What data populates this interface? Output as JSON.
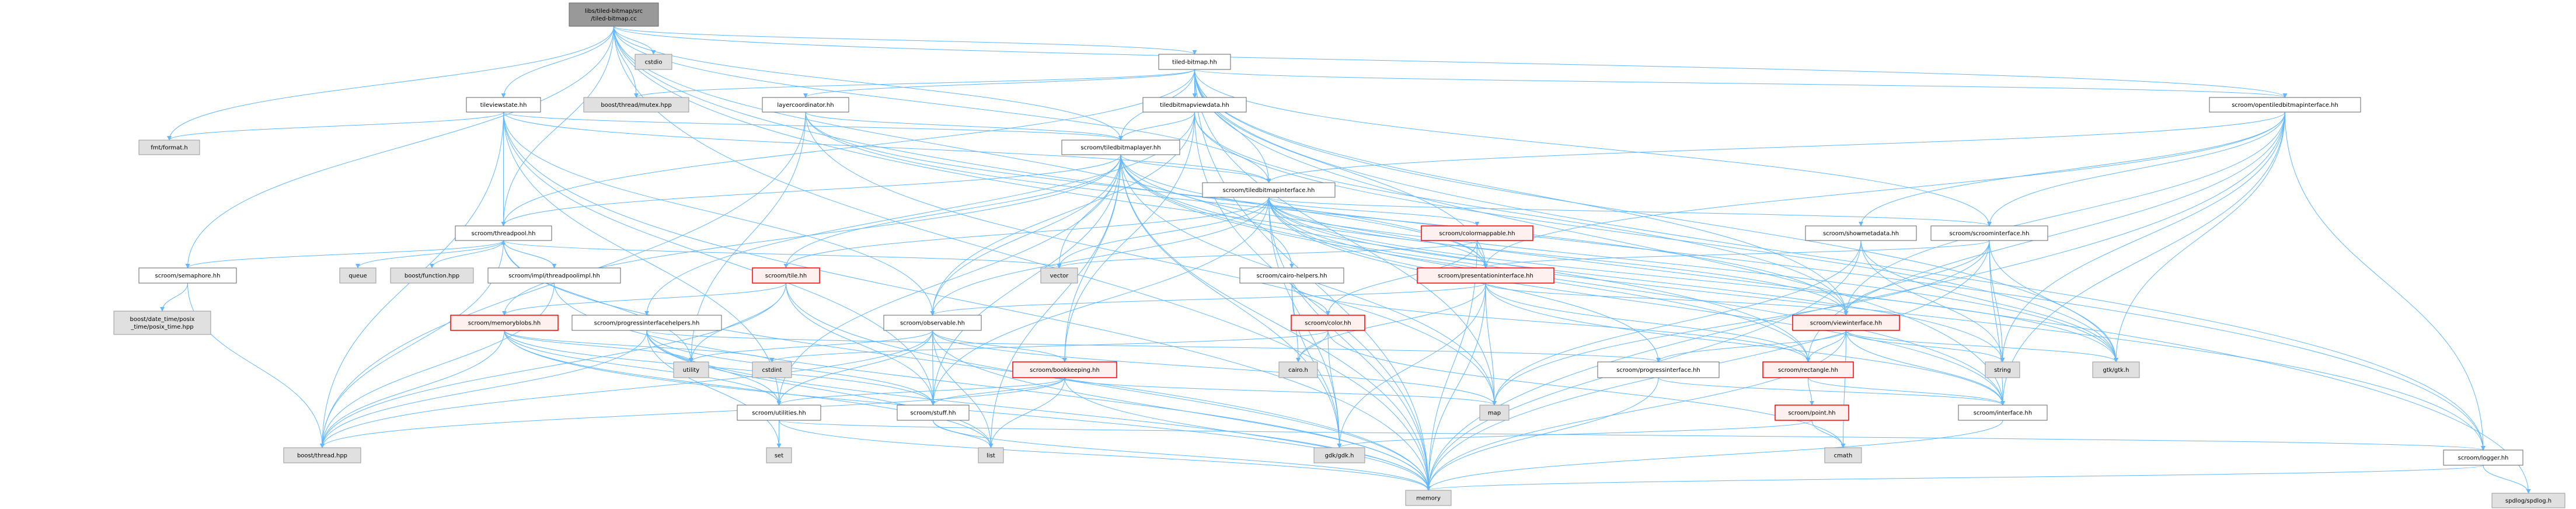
{
  "colors": {
    "edge": "#63b8ff",
    "root_fill": "#999999",
    "root_stroke": "#666666",
    "local_fill": "#ffffff",
    "local_stroke": "#666666",
    "external_fill": "#e0e0e0",
    "external_stroke": "#999999",
    "truncated_fill": "#fff0f0",
    "truncated_stroke": "#ff0000"
  },
  "nodes": [
    {
      "id": "root",
      "label": [
        "libs/tiled-bitmap/src",
        "/tiled-bitmap.cc"
      ],
      "kind": "root"
    },
    {
      "id": "cstdio",
      "label": [
        "cstdio"
      ],
      "kind": "external"
    },
    {
      "id": "tiledbitmap_hh",
      "label": [
        "tiled-bitmap.hh"
      ],
      "kind": "local"
    },
    {
      "id": "tileviewstate",
      "label": [
        "tileviewstate.hh"
      ],
      "kind": "local"
    },
    {
      "id": "mutex",
      "label": [
        "boost/thread/mutex.hpp"
      ],
      "kind": "external"
    },
    {
      "id": "layercoordinator",
      "label": [
        "layercoordinator.hh"
      ],
      "kind": "local"
    },
    {
      "id": "viewdata",
      "label": [
        "tiledbitmapviewdata.hh"
      ],
      "kind": "local"
    },
    {
      "id": "opentiled",
      "label": [
        "scroom/opentiledbitmapinterface.hh"
      ],
      "kind": "local"
    },
    {
      "id": "fmt",
      "label": [
        "fmt/format.h"
      ],
      "kind": "external"
    },
    {
      "id": "tbl",
      "label": [
        "scroom/tiledbitmaplayer.hh"
      ],
      "kind": "local"
    },
    {
      "id": "tbi",
      "label": [
        "scroom/tiledbitmapinterface.hh"
      ],
      "kind": "local"
    },
    {
      "id": "threadpool",
      "label": [
        "scroom/threadpool.hh"
      ],
      "kind": "local"
    },
    {
      "id": "colormappable",
      "label": [
        "scroom/colormappable.hh"
      ],
      "kind": "truncated"
    },
    {
      "id": "showmetadata",
      "label": [
        "scroom/showmetadata.hh"
      ],
      "kind": "local"
    },
    {
      "id": "scroominterface",
      "label": [
        "scroom/scroominterface.hh"
      ],
      "kind": "local"
    },
    {
      "id": "semaphore",
      "label": [
        "scroom/semaphore.hh"
      ],
      "kind": "local"
    },
    {
      "id": "queue",
      "label": [
        "queue"
      ],
      "kind": "external"
    },
    {
      "id": "function",
      "label": [
        "boost/function.hpp"
      ],
      "kind": "external"
    },
    {
      "id": "threadpoolimpl",
      "label": [
        "scroom/impl/threadpoolimpl.hh"
      ],
      "kind": "local"
    },
    {
      "id": "tile",
      "label": [
        "scroom/tile.hh"
      ],
      "kind": "truncated"
    },
    {
      "id": "vector",
      "label": [
        "vector"
      ],
      "kind": "external"
    },
    {
      "id": "cairohelpers",
      "label": [
        "scroom/cairo-helpers.hh"
      ],
      "kind": "local"
    },
    {
      "id": "presentation",
      "label": [
        "scroom/presentationinterface.hh"
      ],
      "kind": "truncated"
    },
    {
      "id": "datetime",
      "label": [
        "boost/date_time/posix",
        "_time/posix_time.hpp"
      ],
      "kind": "external"
    },
    {
      "id": "memoryblobs",
      "label": [
        "scroom/memoryblobs.hh"
      ],
      "kind": "truncated"
    },
    {
      "id": "pihelpers",
      "label": [
        "scroom/progressinterfacehelpers.hh"
      ],
      "kind": "local"
    },
    {
      "id": "observable",
      "label": [
        "scroom/observable.hh"
      ],
      "kind": "local"
    },
    {
      "id": "color",
      "label": [
        "scroom/color.hh"
      ],
      "kind": "truncated"
    },
    {
      "id": "viewinterface",
      "label": [
        "scroom/viewinterface.hh"
      ],
      "kind": "truncated"
    },
    {
      "id": "utility",
      "label": [
        "utility"
      ],
      "kind": "external"
    },
    {
      "id": "cstdint",
      "label": [
        "cstdint"
      ],
      "kind": "external"
    },
    {
      "id": "bookkeeping",
      "label": [
        "scroom/bookkeeping.hh"
      ],
      "kind": "truncated"
    },
    {
      "id": "cairo",
      "label": [
        "cairo.h"
      ],
      "kind": "external"
    },
    {
      "id": "progressinterface",
      "label": [
        "scroom/progressinterface.hh"
      ],
      "kind": "local"
    },
    {
      "id": "rectangle",
      "label": [
        "scroom/rectangle.hh"
      ],
      "kind": "truncated"
    },
    {
      "id": "string",
      "label": [
        "string"
      ],
      "kind": "external"
    },
    {
      "id": "gtk",
      "label": [
        "gtk/gtk.h"
      ],
      "kind": "external"
    },
    {
      "id": "utilities",
      "label": [
        "scroom/utilities.hh"
      ],
      "kind": "local"
    },
    {
      "id": "stuff",
      "label": [
        "scroom/stuff.hh"
      ],
      "kind": "local"
    },
    {
      "id": "map",
      "label": [
        "map"
      ],
      "kind": "external"
    },
    {
      "id": "point",
      "label": [
        "scroom/point.hh"
      ],
      "kind": "truncated"
    },
    {
      "id": "interface",
      "label": [
        "scroom/interface.hh"
      ],
      "kind": "local"
    },
    {
      "id": "boostthread",
      "label": [
        "boost/thread.hpp"
      ],
      "kind": "external"
    },
    {
      "id": "set",
      "label": [
        "set"
      ],
      "kind": "external"
    },
    {
      "id": "list",
      "label": [
        "list"
      ],
      "kind": "external"
    },
    {
      "id": "gdk",
      "label": [
        "gdk/gdk.h"
      ],
      "kind": "external"
    },
    {
      "id": "cmath",
      "label": [
        "cmath"
      ],
      "kind": "external"
    },
    {
      "id": "logger",
      "label": [
        "scroom/logger.hh"
      ],
      "kind": "local"
    },
    {
      "id": "memory",
      "label": [
        "memory"
      ],
      "kind": "external"
    },
    {
      "id": "spdlog",
      "label": [
        "spdlog/spdlog.h"
      ],
      "kind": "external"
    }
  ],
  "edges": [
    [
      "root",
      "fmt"
    ],
    [
      "root",
      "tileviewstate"
    ],
    [
      "root",
      "cstdio"
    ],
    [
      "root",
      "mutex"
    ],
    [
      "root",
      "tiledbitmap_hh"
    ],
    [
      "root",
      "threadpool"
    ],
    [
      "root",
      "semaphore"
    ],
    [
      "root",
      "memory"
    ],
    [
      "root",
      "logger"
    ],
    [
      "root",
      "spdlog"
    ],
    [
      "root",
      "tbl"
    ],
    [
      "root",
      "tbi"
    ],
    [
      "root",
      "cairohelpers"
    ],
    [
      "root",
      "opentiled"
    ],
    [
      "tiledbitmap_hh",
      "mutex"
    ],
    [
      "tiledbitmap_hh",
      "layercoordinator"
    ],
    [
      "tiledbitmap_hh",
      "viewdata"
    ],
    [
      "tiledbitmap_hh",
      "tbl"
    ],
    [
      "tiledbitmap_hh",
      "tbi"
    ],
    [
      "tiledbitmap_hh",
      "threadpool"
    ],
    [
      "tiledbitmap_hh",
      "opentiled"
    ],
    [
      "tiledbitmap_hh",
      "scroominterface"
    ],
    [
      "tiledbitmap_hh",
      "map"
    ],
    [
      "tiledbitmap_hh",
      "memory"
    ],
    [
      "tiledbitmap_hh",
      "interface"
    ],
    [
      "tiledbitmap_hh",
      "presentation"
    ],
    [
      "tiledbitmap_hh",
      "viewinterface"
    ],
    [
      "tiledbitmap_hh",
      "gtk"
    ],
    [
      "tiledbitmap_hh",
      "logger"
    ],
    [
      "tileviewstate",
      "fmt"
    ],
    [
      "tileviewstate",
      "threadpool"
    ],
    [
      "tileviewstate",
      "boostthread"
    ],
    [
      "tileviewstate",
      "memory"
    ],
    [
      "tileviewstate",
      "tbl"
    ],
    [
      "tileviewstate",
      "tbi"
    ],
    [
      "tileviewstate",
      "utilities"
    ],
    [
      "tileviewstate",
      "observable"
    ],
    [
      "tileviewstate",
      "stuff"
    ],
    [
      "layercoordinator",
      "tbl"
    ],
    [
      "layercoordinator",
      "boostthread"
    ],
    [
      "layercoordinator",
      "utility"
    ],
    [
      "layercoordinator",
      "map"
    ],
    [
      "layercoordinator",
      "presentation"
    ],
    [
      "layercoordinator",
      "viewinterface"
    ],
    [
      "viewdata",
      "tbl"
    ],
    [
      "viewdata",
      "observable"
    ],
    [
      "viewdata",
      "bookkeeping"
    ],
    [
      "viewdata",
      "viewinterface"
    ],
    [
      "viewdata",
      "pihelpers"
    ],
    [
      "viewdata",
      "memory"
    ],
    [
      "viewdata",
      "gtk"
    ],
    [
      "tbl",
      "tbi"
    ],
    [
      "tbl",
      "threadpool"
    ],
    [
      "tbl",
      "tile"
    ],
    [
      "tbl",
      "memoryblobs"
    ],
    [
      "tbl",
      "observable"
    ],
    [
      "tbl",
      "stuff"
    ],
    [
      "tbl",
      "vector"
    ],
    [
      "tbl",
      "utilities"
    ],
    [
      "tbl",
      "presentation"
    ],
    [
      "tbl",
      "gdk"
    ],
    [
      "tbl",
      "map"
    ],
    [
      "tbl",
      "list"
    ],
    [
      "tbl",
      "memory"
    ],
    [
      "tbl",
      "bookkeeping"
    ],
    [
      "tbl",
      "rectangle"
    ],
    [
      "tbl",
      "interface"
    ],
    [
      "tbl",
      "logger"
    ],
    [
      "tbl",
      "gtk"
    ],
    [
      "tbi",
      "colormappable"
    ],
    [
      "tbi",
      "presentation"
    ],
    [
      "tbi",
      "scroominterface"
    ],
    [
      "tbi",
      "tile"
    ],
    [
      "tbi",
      "observable"
    ],
    [
      "tbi",
      "progressinterface"
    ],
    [
      "tbi",
      "viewinterface"
    ],
    [
      "tbi",
      "vector"
    ],
    [
      "tbi",
      "string"
    ],
    [
      "tbi",
      "memory"
    ],
    [
      "tbi",
      "gdk"
    ],
    [
      "tbi",
      "interface"
    ],
    [
      "tbi",
      "gtk"
    ],
    [
      "tbi",
      "rectangle"
    ],
    [
      "tbi",
      "stuff"
    ],
    [
      "threadpool",
      "semaphore"
    ],
    [
      "threadpool",
      "queue"
    ],
    [
      "threadpool",
      "function"
    ],
    [
      "threadpool",
      "threadpoolimpl"
    ],
    [
      "threadpool",
      "boostthread"
    ],
    [
      "threadpool",
      "vector"
    ],
    [
      "threadpool",
      "memory"
    ],
    [
      "threadpool",
      "utility"
    ],
    [
      "threadpoolimpl",
      "threadpool"
    ],
    [
      "threadpoolimpl",
      "memory"
    ],
    [
      "threadpoolimpl",
      "boostthread"
    ],
    [
      "semaphore",
      "datetime"
    ],
    [
      "semaphore",
      "boostthread"
    ],
    [
      "tile",
      "memoryblobs"
    ],
    [
      "tile",
      "utility"
    ],
    [
      "tile",
      "boostthread"
    ],
    [
      "tile",
      "memory"
    ],
    [
      "tile",
      "stuff"
    ],
    [
      "memoryblobs",
      "boostthread"
    ],
    [
      "memoryblobs",
      "utility"
    ],
    [
      "memoryblobs",
      "cstdint"
    ],
    [
      "memoryblobs",
      "list"
    ],
    [
      "memoryblobs",
      "utilities"
    ],
    [
      "memoryblobs",
      "stuff"
    ],
    [
      "memoryblobs",
      "memory"
    ],
    [
      "pihelpers",
      "progressinterface"
    ],
    [
      "pihelpers",
      "utilities"
    ],
    [
      "pihelpers",
      "stuff"
    ],
    [
      "pihelpers",
      "set"
    ],
    [
      "pihelpers",
      "memory"
    ],
    [
      "pihelpers",
      "boostthread"
    ],
    [
      "pihelpers",
      "list"
    ],
    [
      "observable",
      "boostthread"
    ],
    [
      "observable",
      "utility"
    ],
    [
      "observable",
      "bookkeeping"
    ],
    [
      "observable",
      "utilities"
    ],
    [
      "observable",
      "stuff"
    ],
    [
      "observable",
      "list"
    ],
    [
      "observable",
      "map"
    ],
    [
      "observable",
      "memory"
    ],
    [
      "bookkeeping",
      "utilities"
    ],
    [
      "bookkeeping",
      "stuff"
    ],
    [
      "bookkeeping",
      "list"
    ],
    [
      "bookkeeping",
      "map"
    ],
    [
      "bookkeeping",
      "memory"
    ],
    [
      "bookkeeping",
      "boostthread"
    ],
    [
      "utilities",
      "set"
    ],
    [
      "utilities",
      "memory"
    ],
    [
      "utilities",
      "logger"
    ],
    [
      "stuff",
      "list"
    ],
    [
      "stuff",
      "memory"
    ],
    [
      "colormappable",
      "presentation"
    ],
    [
      "colormappable",
      "color"
    ],
    [
      "colormappable",
      "vector"
    ],
    [
      "colormappable",
      "memory"
    ],
    [
      "presentation",
      "viewinterface"
    ],
    [
      "presentation",
      "rectangle"
    ],
    [
      "presentation",
      "observable"
    ],
    [
      "presentation",
      "gdk"
    ],
    [
      "presentation",
      "map"
    ],
    [
      "presentation",
      "memory"
    ],
    [
      "presentation",
      "interface"
    ],
    [
      "presentation",
      "cairo"
    ],
    [
      "cairohelpers",
      "color"
    ],
    [
      "cairohelpers",
      "cairo"
    ],
    [
      "cairohelpers",
      "gdk"
    ],
    [
      "cairohelpers",
      "rectangle"
    ],
    [
      "color",
      "cairo"
    ],
    [
      "color",
      "gdk"
    ],
    [
      "color",
      "cmath"
    ],
    [
      "color",
      "cstdint"
    ],
    [
      "viewinterface",
      "rectangle"
    ],
    [
      "viewinterface",
      "interface"
    ],
    [
      "viewinterface",
      "string"
    ],
    [
      "viewinterface",
      "gtk"
    ],
    [
      "viewinterface",
      "cmath"
    ],
    [
      "viewinterface",
      "progressinterface"
    ],
    [
      "viewinterface",
      "memory"
    ],
    [
      "rectangle",
      "point"
    ],
    [
      "rectangle",
      "interface"
    ],
    [
      "point",
      "cmath"
    ],
    [
      "point",
      "gdk"
    ],
    [
      "progressinterface",
      "interface"
    ],
    [
      "progressinterface",
      "memory"
    ],
    [
      "interface",
      "memory"
    ],
    [
      "scroominterface",
      "presentation"
    ],
    [
      "scroominterface",
      "viewinterface"
    ],
    [
      "scroominterface",
      "string"
    ],
    [
      "scroominterface",
      "gtk"
    ],
    [
      "scroominterface",
      "interface"
    ],
    [
      "scroominterface",
      "memory"
    ],
    [
      "scroominterface",
      "map"
    ],
    [
      "showmetadata",
      "gtk"
    ],
    [
      "showmetadata",
      "string"
    ],
    [
      "showmetadata",
      "memory"
    ],
    [
      "showmetadata",
      "map"
    ],
    [
      "opentiled",
      "tbi"
    ],
    [
      "opentiled",
      "showmetadata"
    ],
    [
      "opentiled",
      "viewinterface"
    ],
    [
      "opentiled",
      "scroominterface"
    ],
    [
      "opentiled",
      "gtk"
    ],
    [
      "opentiled",
      "logger"
    ],
    [
      "opentiled",
      "memory"
    ],
    [
      "opentiled",
      "interface"
    ],
    [
      "opentiled",
      "presentation"
    ],
    [
      "opentiled",
      "rectangle"
    ],
    [
      "opentiled",
      "string"
    ],
    [
      "logger",
      "spdlog"
    ],
    [
      "logger",
      "memory"
    ]
  ]
}
